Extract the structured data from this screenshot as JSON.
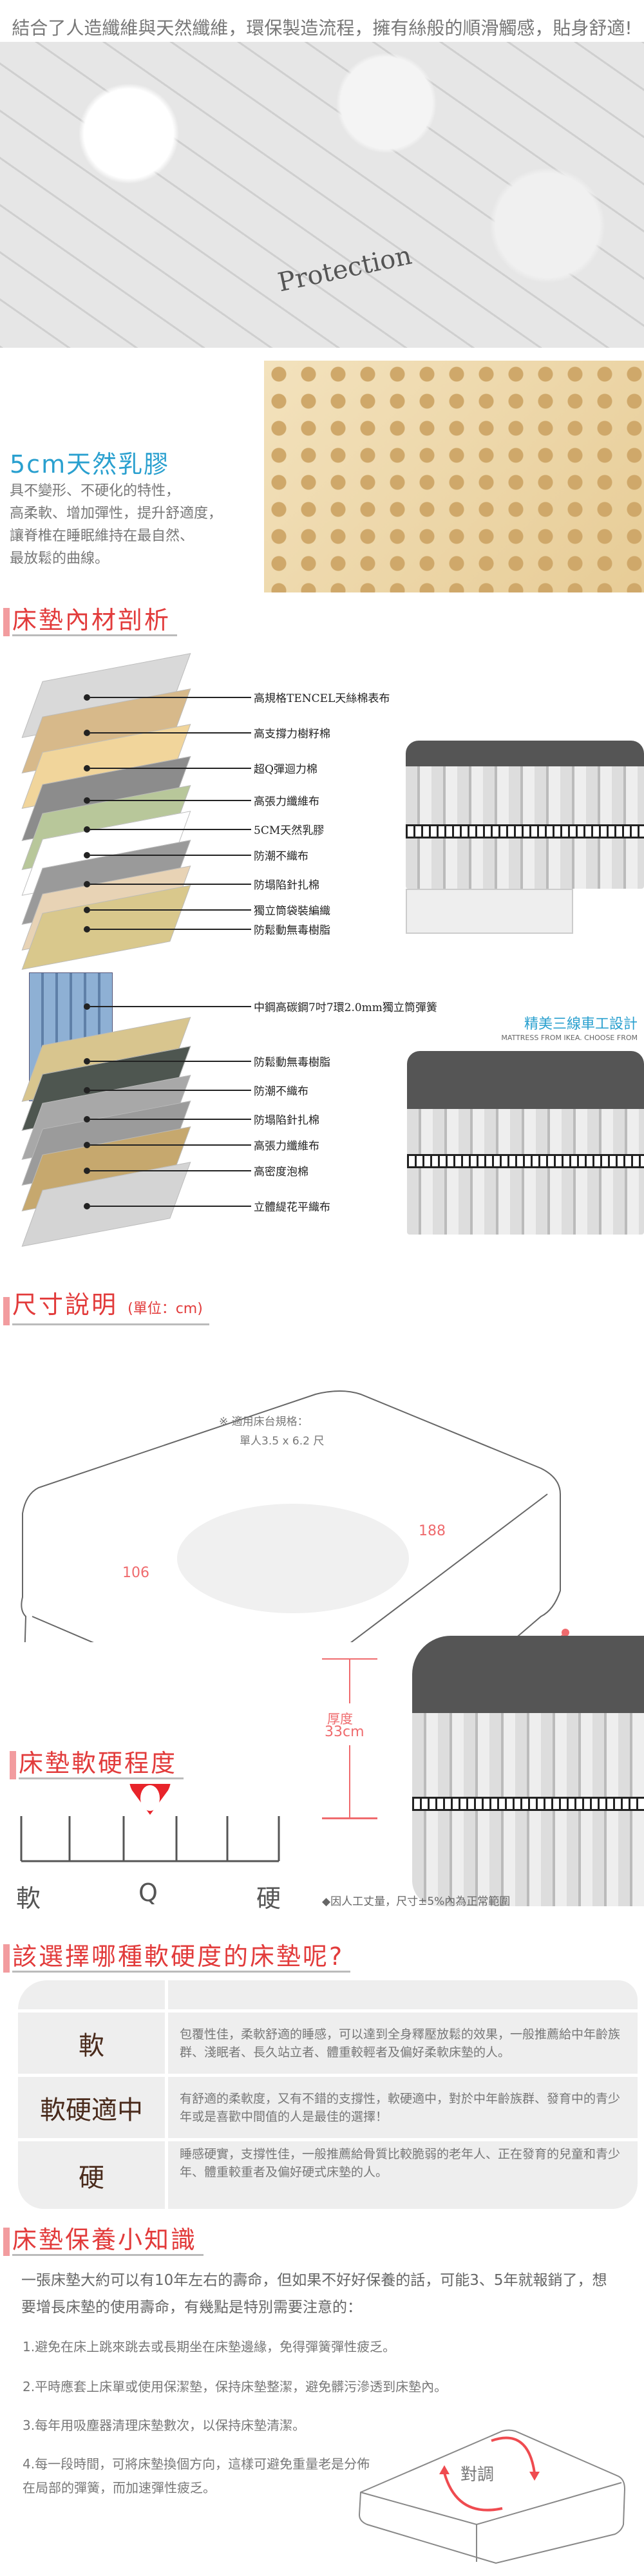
{
  "intro": "結合了人造纖維與天然纖維，環保製造流程，擁有絲般的順滑觸感，貼身舒適!",
  "quilt_brand": "Protection",
  "latex": {
    "title": "5cm天然乳膠",
    "desc": [
      "具不變形、不硬化的特性，",
      "高柔軟、增加彈性，提升舒適度，",
      "讓脊椎在睡眠維持在最自然、",
      "最放鬆的曲線。"
    ]
  },
  "materials": {
    "title": "床墊內材剖析",
    "layers": [
      "高規格TENCEL天絲棉表布",
      "高支撐力樹籽棉",
      "超Q彈迴力棉",
      "高張力纖維布",
      "5CM天然乳膠",
      "防潮不織布",
      "防塌陷針扎棉",
      "獨立筒袋裝編織",
      "防鬆動無毒樹脂",
      "中鋼高碳鋼7吋7環2.0mm獨立筒彈簧",
      "防鬆動無毒樹脂",
      "防潮不織布",
      "防塌陷針扎棉",
      "高張力纖維布",
      "高密度泡棉",
      "立體緹花平織布"
    ],
    "layer_colors": [
      "#d9d9d9",
      "#d7b98a",
      "#f1d59b",
      "#8c8c8c",
      "#b8c79a",
      "#ffffff",
      "#9a9a9a",
      "#e8d3b5",
      "#d9c88c",
      "#9fb7d0",
      "#d8c58e",
      "#4e5650",
      "#a8a8a8",
      "#9b9b9b",
      "#c6a86e",
      "#d4d4d4"
    ],
    "craft_title": "精美三線車工設計",
    "craft_sub": "MATTRESS FROM IKEA. CHOOSE FROM"
  },
  "size": {
    "title": "尺寸說明",
    "unit": "(單位：cm)",
    "note1": "※ 適用床台規格：",
    "note2": "單人3.5 x 6.2 尺",
    "width": "106",
    "length": "188",
    "thickness_label": "厚度",
    "thickness": "33cm"
  },
  "firmness": {
    "title": "床墊軟硬程度",
    "soft": "軟",
    "hard": "硬",
    "marker": "Q",
    "level_fraction": 0.42,
    "note": "因人工丈量，尺寸±5%內為正常範圍"
  },
  "choose": {
    "title": "該選擇哪種軟硬度的床墊呢?",
    "rows": [
      {
        "k": "軟",
        "v": "包覆性佳，柔軟舒適的睡感，可以達到全身釋壓放鬆的效果，一般推薦給中年齡族群、淺眠者、長久站立者、體重較輕者及偏好柔軟床墊的人。"
      },
      {
        "k": "軟硬適中",
        "v": "有舒適的柔軟度，又有不錯的支撐性，軟硬適中，對於中年齡族群、發育中的青少年或是喜歡中間值的人是最佳的選擇！"
      },
      {
        "k": "硬",
        "v": "睡感硬實，支撐性佳，一般推薦給骨質比較脆弱的老年人、正在發育的兒童和青少年、體重較重者及偏好硬式床墊的人。"
      }
    ]
  },
  "care": {
    "title": "床墊保養小知識",
    "intro": "一張床墊大約可以有10年左右的壽命，但如果不好好保養的話，可能3、5年就報銷了，想要增長床墊的使用壽命，有幾點是特別需要注意的：",
    "tips": [
      "1.避免在床上跳來跳去或長期坐在床墊邊緣，免得彈簧彈性疲乏。",
      "2.平時應套上床單或使用保潔墊，保持床墊整潔，避免髒污滲透到床墊內。",
      "3.每年用吸塵器清理床墊數次，以保持床墊清潔。",
      "4.每一段時間，可將床墊換個方向，這樣可避免重量老是分佈在局部的彈簧，而加速彈性疲乏。"
    ],
    "rotate_label": "對調"
  }
}
